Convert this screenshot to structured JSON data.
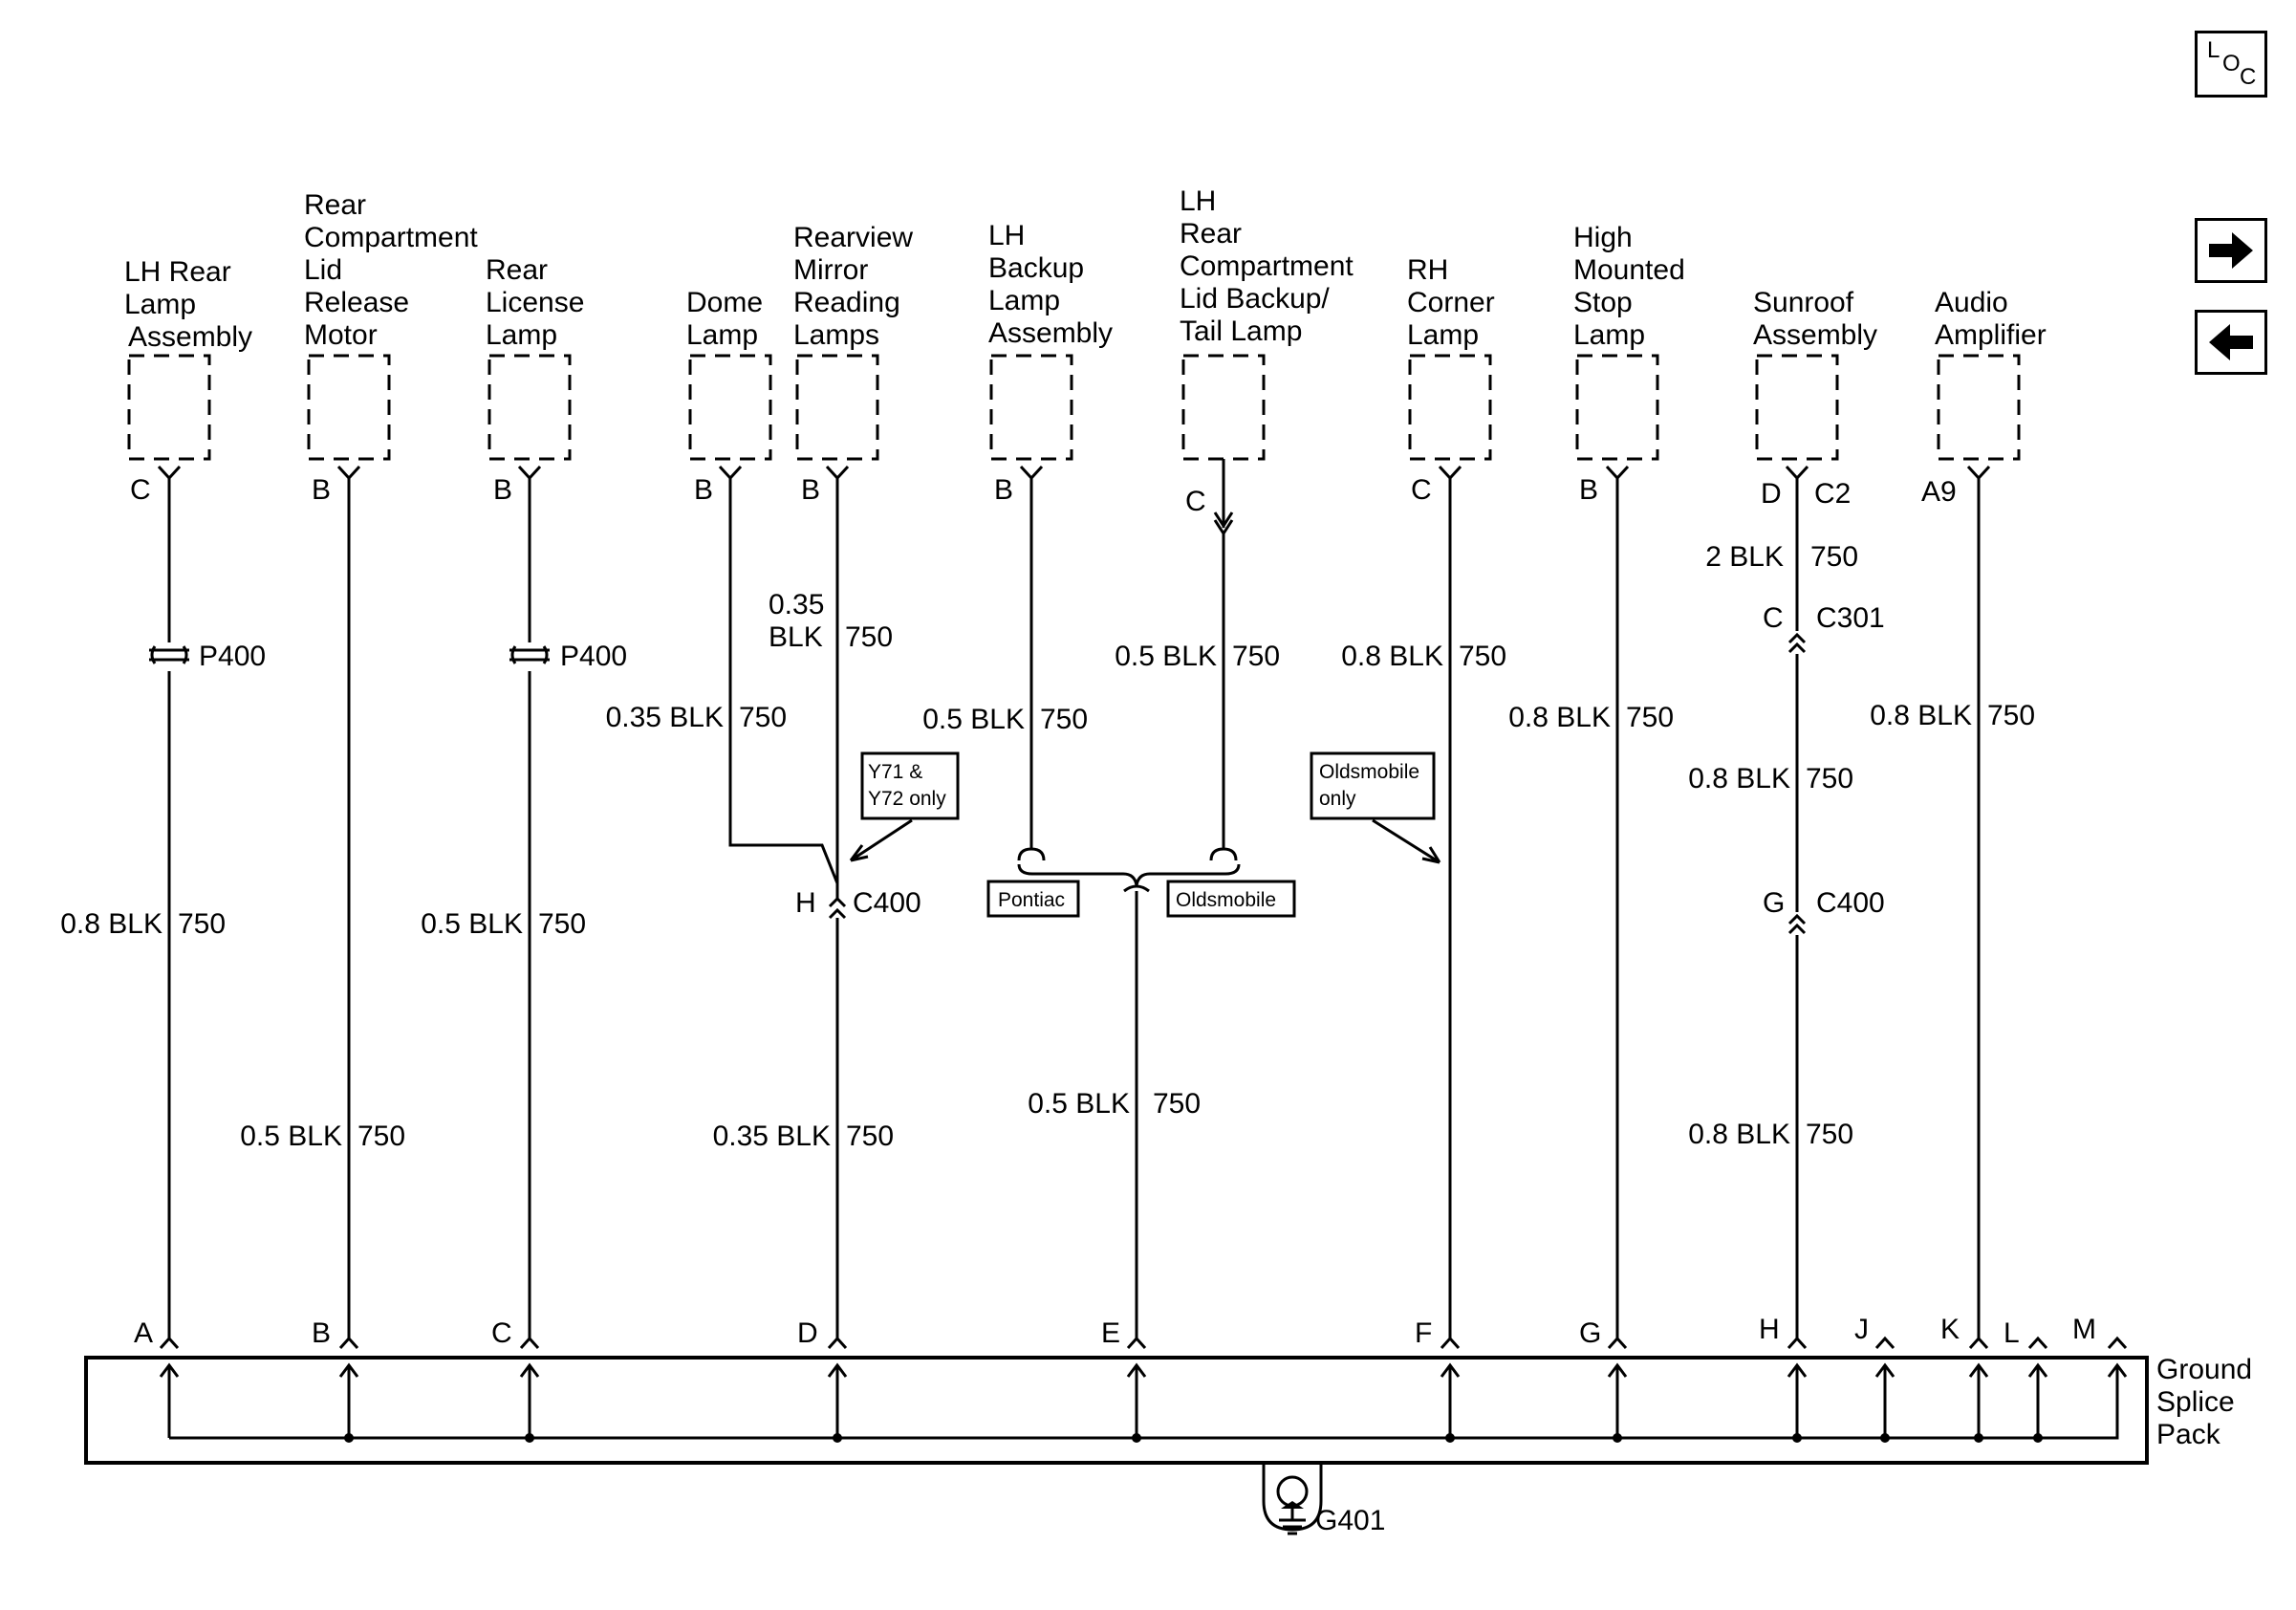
{
  "nav": {
    "loc": [
      "L",
      "O",
      "C"
    ]
  },
  "components": [
    {
      "id": "lh-rear-lamp",
      "lines": [
        "LH Rear",
        "Lamp",
        "Assembly"
      ],
      "pin": "C"
    },
    {
      "id": "rear-compartment-lid-release-motor",
      "lines": [
        "Rear",
        "Compartment",
        "Lid",
        "Release",
        "Motor"
      ],
      "pin": "B"
    },
    {
      "id": "rear-license-lamp",
      "lines": [
        "Rear",
        "License",
        "Lamp"
      ],
      "pin": "B"
    },
    {
      "id": "dome-lamp",
      "lines": [
        "Dome",
        "Lamp"
      ],
      "pin": "B"
    },
    {
      "id": "rearview-mirror-reading-lamps",
      "lines": [
        "Rearview",
        "Mirror",
        "Reading",
        "Lamps"
      ],
      "pin": "B"
    },
    {
      "id": "lh-backup-lamp",
      "lines": [
        "LH",
        "Backup",
        "Lamp",
        "Assembly"
      ],
      "pin": "B"
    },
    {
      "id": "lh-rear-compartment-lid-backup-tail-lamp",
      "lines": [
        "LH",
        "Rear",
        "Compartment",
        "Lid Backup/",
        "Tail Lamp"
      ],
      "pin": "C"
    },
    {
      "id": "rh-corner-lamp",
      "lines": [
        "RH",
        "Corner",
        "Lamp"
      ],
      "pin": "C"
    },
    {
      "id": "high-mounted-stop-lamp",
      "lines": [
        "High",
        "Mounted",
        "Stop",
        "Lamp"
      ],
      "pin": "B"
    },
    {
      "id": "sunroof-assembly",
      "lines": [
        "Sunroof",
        "Assembly"
      ],
      "pin": "D",
      "connector": "C2"
    },
    {
      "id": "audio-amplifier",
      "lines": [
        "Audio",
        "Amplifier"
      ],
      "pin": "A9"
    }
  ],
  "wires": [
    {
      "id": "w1",
      "gauge": "0.8 BLK",
      "circuit": "750"
    },
    {
      "id": "w2",
      "gauge": "0.5 BLK",
      "circuit": "750"
    },
    {
      "id": "w3",
      "gauge": "0.5 BLK",
      "circuit": "750"
    },
    {
      "id": "w4",
      "gauge": "0.35 BLK",
      "circuit": "750"
    },
    {
      "id": "w5-upper",
      "gauge_lines": [
        "0.35",
        "BLK"
      ],
      "circuit": "750"
    },
    {
      "id": "w5-lower",
      "gauge": "0.35 BLK",
      "circuit": "750"
    },
    {
      "id": "w6",
      "gauge": "0.5 BLK",
      "circuit": "750"
    },
    {
      "id": "w7",
      "gauge": "0.5 BLK",
      "circuit": "750"
    },
    {
      "id": "w-e",
      "gauge": "0.5 BLK",
      "circuit": "750"
    },
    {
      "id": "w8",
      "gauge": "0.8 BLK",
      "circuit": "750"
    },
    {
      "id": "w9",
      "gauge": "0.8 BLK",
      "circuit": "750"
    },
    {
      "id": "w10-a",
      "gauge": "2 BLK",
      "circuit": "750"
    },
    {
      "id": "w10-b",
      "gauge": "0.8 BLK",
      "circuit": "750"
    },
    {
      "id": "w10-c",
      "gauge": "0.8 BLK",
      "circuit": "750"
    },
    {
      "id": "w11",
      "gauge": "0.8 BLK",
      "circuit": "750"
    }
  ],
  "connectors": {
    "p400": "P400",
    "c400": "C400",
    "c400_pin_h": "H",
    "c400_pin_g": "G",
    "c301": "C301",
    "c301_pin": "C"
  },
  "notes": {
    "y71": [
      "Y71 &",
      "Y72 only"
    ],
    "olds_only": [
      "Oldsmobile",
      "only"
    ],
    "pontiac": "Pontiac",
    "oldsmobile": "Oldsmobile"
  },
  "splice_pack": {
    "label_lines": [
      "Ground",
      "Splice",
      "Pack"
    ],
    "pins": [
      "A",
      "B",
      "C",
      "D",
      "E",
      "F",
      "G",
      "H",
      "J",
      "K",
      "L",
      "M"
    ]
  },
  "ground": "G401"
}
